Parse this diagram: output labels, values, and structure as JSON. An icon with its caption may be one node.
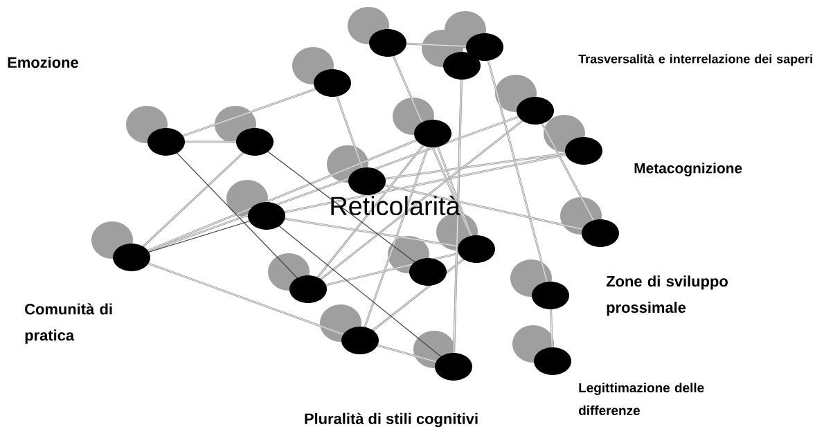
{
  "diagram": {
    "labels": [
      "Emozione",
      "Trasversalità e interrelazione dei saperi",
      "Metacognizione",
      "Reticolarità",
      "Zone di sviluppo prossimale",
      "Comunità di pratica",
      "Legittimazione delle differenze",
      "Pluralità di stili cognitivi"
    ]
  }
}
